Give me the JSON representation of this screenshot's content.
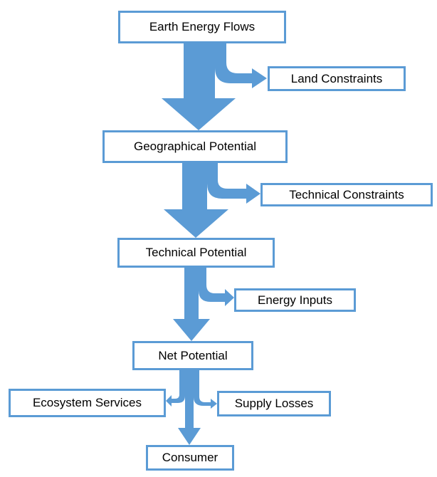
{
  "colors": {
    "accent": "#5b9bd5",
    "text": "#000000",
    "background": "#ffffff"
  },
  "nodes": {
    "earth_energy_flows": "Earth Energy Flows",
    "land_constraints": "Land Constraints",
    "geographical_potential": "Geographical Potential",
    "technical_constraints": "Technical Constraints",
    "technical_potential": "Technical Potential",
    "energy_inputs": "Energy Inputs",
    "net_potential": "Net Potential",
    "ecosystem_services": "Ecosystem Services",
    "supply_losses": "Supply Losses",
    "consumer": "Consumer"
  }
}
